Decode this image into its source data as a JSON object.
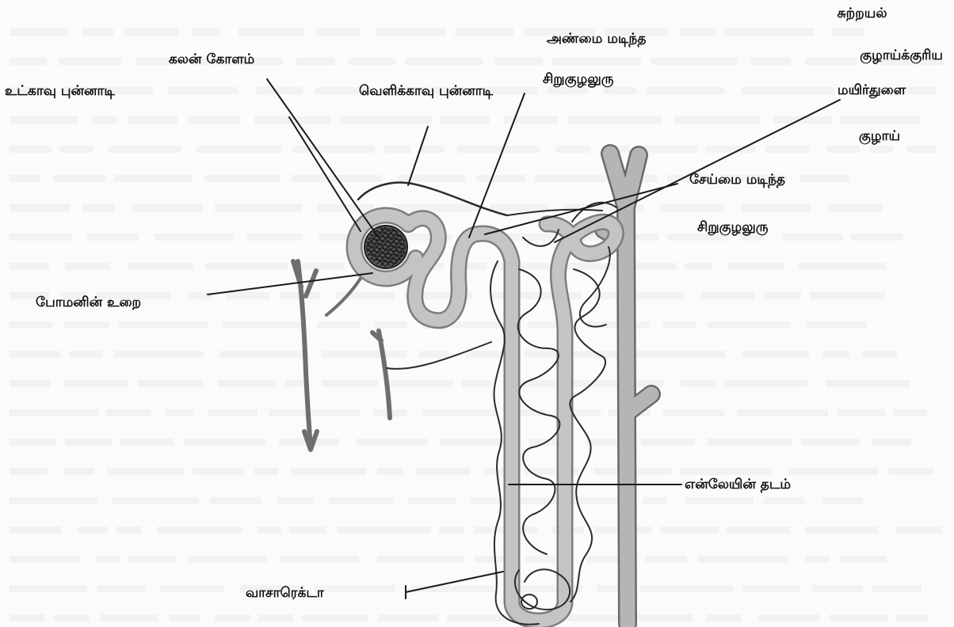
{
  "diagram": {
    "labels": {
      "peritubular_line1": "சுற்றயல்",
      "peritubular_line2": "குழாய்க்குரிய",
      "peritubular_line3": "மயிர்துளை",
      "peritubular_line4": "குழாய்",
      "proximal_line1": "அண்மை மடிந்த",
      "proximal_line2": "சிறுகுழலுரு",
      "glomerulus": "கலன் கோளம்",
      "afferent_arteriole": "உட்காவு புன்னாடி",
      "efferent_arteriole": "வெளிக்காவு புன்னாடி",
      "distal_line1": "சேய்மை மடிந்த",
      "distal_line2": "சிறுகுழலுரு",
      "bowmans_capsule": "போமனின் உறை",
      "loop_of_henle": "என்லேயின் தடம்",
      "vasa_recta": "வாசாரெக்டா"
    },
    "colors": {
      "label": "#111111",
      "tubule": "#c4c4c4",
      "tubule_outline": "#7d7d7d",
      "vessel": "#6e6e6e",
      "capillary": "#2b2b2b",
      "glomerulus": "#5a5a5a"
    }
  }
}
